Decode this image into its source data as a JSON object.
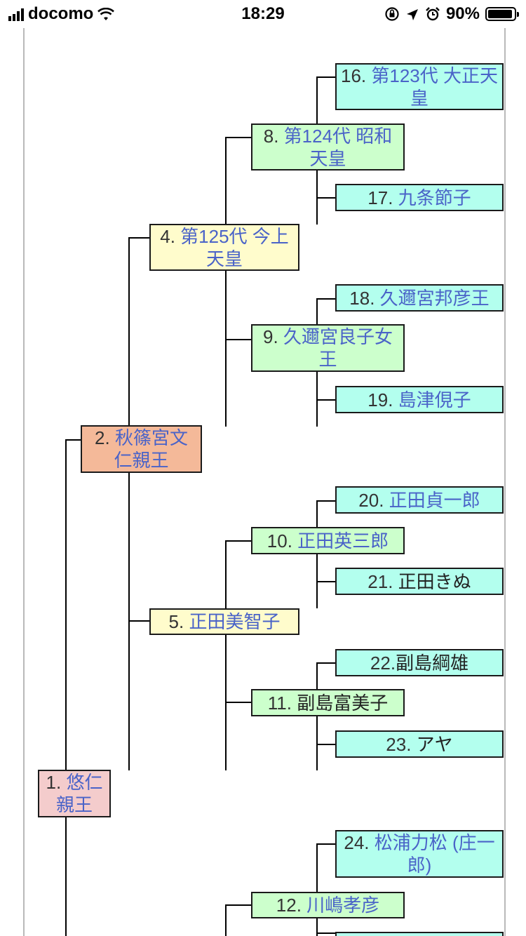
{
  "status_bar": {
    "carrier": "docomo",
    "time": "18:29",
    "battery": "90%"
  },
  "persons": {
    "p1": {
      "num": "1. ",
      "name": "悠仁親王",
      "linked": true
    },
    "p2": {
      "num": "2. ",
      "name": "秋篠宮文仁親王",
      "linked": true
    },
    "p4": {
      "num": "4. ",
      "name": "第125代 今上天皇",
      "linked": true
    },
    "p5": {
      "num": "5. ",
      "name": "正田美智子",
      "linked": true
    },
    "p8": {
      "num": "8. ",
      "name": "第124代 昭和天皇",
      "linked": true
    },
    "p9": {
      "num": "9. ",
      "name": "久邇宮良子女王",
      "linked": true
    },
    "p10": {
      "num": "10. ",
      "name": "正田英三郎",
      "linked": true
    },
    "p11": {
      "num": "11. ",
      "name": "副島富美子",
      "linked": false
    },
    "p12": {
      "num": "12. ",
      "name": "川嶋孝彦",
      "linked": true
    },
    "p16": {
      "num": "16. ",
      "name": "第123代 大正天皇",
      "linked": true
    },
    "p17": {
      "num": "17. ",
      "name": "九条節子",
      "linked": true
    },
    "p18": {
      "num": "18. ",
      "name": "久邇宮邦彦王",
      "linked": true
    },
    "p19": {
      "num": "19. ",
      "name": "島津俔子",
      "linked": true
    },
    "p20": {
      "num": "20. ",
      "name": "正田貞一郎",
      "linked": true
    },
    "p21": {
      "num": "21. ",
      "name": "正田きぬ",
      "linked": false
    },
    "p22": {
      "num": "22.",
      "name": "副島綱雄",
      "linked": false
    },
    "p23": {
      "num": "23. ",
      "name": "アヤ",
      "linked": false
    },
    "p24": {
      "num": "24. ",
      "name": "松浦力松 (庄一郎)",
      "linked": true
    }
  },
  "colors": {
    "gen1": "#f4cccc",
    "gen2": "#f4b999",
    "gen3": "#fffccc",
    "gen4": "#ccffcc",
    "gen5": "#b3ffee",
    "link": "#4a63c8"
  }
}
